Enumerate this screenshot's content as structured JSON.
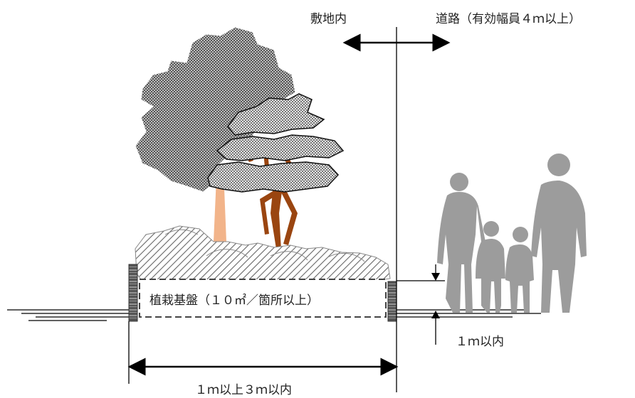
{
  "labels": {
    "on_site": "敷地内",
    "road": "道路（有効幅員４ｍ以上）",
    "planting_base": "植栽基盤（１０㎡／箇所以上）",
    "height_limit": "１ｍ以内",
    "width_range": "１ｍ以上３ｍ以内"
  },
  "icons": {
    "tall_tree": "tree-icon",
    "pine_tree": "pine-tree-icon",
    "shrubs": "shrub-icon",
    "people": "pedestrian-family-icon"
  },
  "colors": {
    "tree_canopy": "#8a8a8a",
    "pine_canopy": "#b5b5b5",
    "tall_trunk": "#f2b48a",
    "pine_trunk": "#9a4510",
    "people": "#9c9c9c",
    "line": "#000000"
  }
}
